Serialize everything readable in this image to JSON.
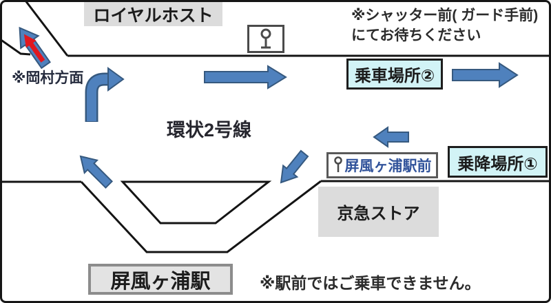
{
  "map": {
    "royal_host_label": "ロイヤルホスト",
    "okamura_label": "※岡村方面",
    "shutter_note_line1": "※シャッター前( ガード手前)",
    "shutter_note_line2": "にてお待ちください",
    "boarding_point2_label": "乗車場所②",
    "ring_road_label": "環状2号線",
    "bus_stop_sign_label": "屏風ヶ浦駅前",
    "alighting_point1_label": "乗降場所①",
    "keikyu_store_label": "京急ストア",
    "station_label": "屏風ヶ浦駅",
    "no_boarding_note": "※駅前ではご乗車できません。"
  },
  "icons": {
    "bus_stop": "bus-stop-pole"
  },
  "colors": {
    "arrow_fill": "#4f81bd",
    "arrow_outline": "#36597f",
    "highlight_red": "#e0181f",
    "label_cyan": "#d2f3f6",
    "label_gray": "#dcdcdc",
    "road_line": "#141414",
    "bus_stop_text_blue": "#31539b"
  }
}
